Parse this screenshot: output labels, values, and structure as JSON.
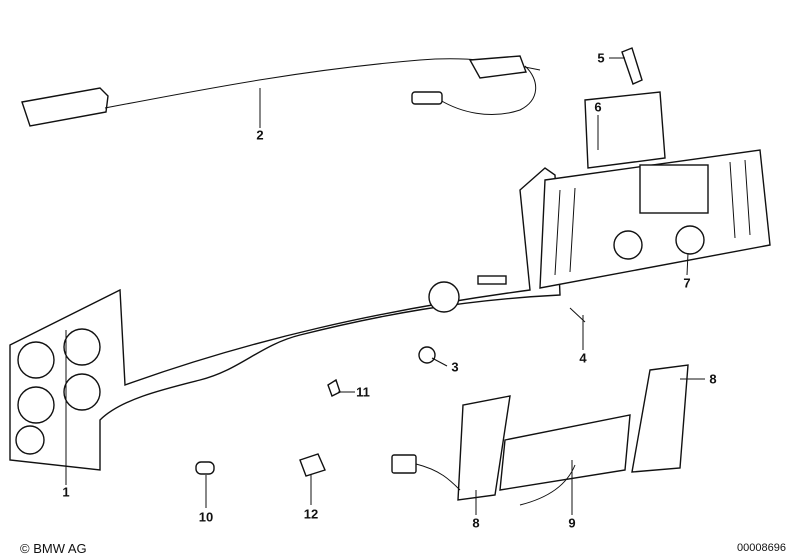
{
  "callouts": [
    {
      "id": "1",
      "label": "1"
    },
    {
      "id": "2",
      "label": "2"
    },
    {
      "id": "3",
      "label": "3"
    },
    {
      "id": "4",
      "label": "4"
    },
    {
      "id": "5",
      "label": "5"
    },
    {
      "id": "6",
      "label": "6"
    },
    {
      "id": "7",
      "label": "7"
    },
    {
      "id": "8a",
      "label": "8"
    },
    {
      "id": "8b",
      "label": "8"
    },
    {
      "id": "9",
      "label": "9"
    },
    {
      "id": "10",
      "label": "10"
    },
    {
      "id": "11",
      "label": "11"
    },
    {
      "id": "12",
      "label": "12"
    }
  ],
  "footer": {
    "copyright": "© BMW AG",
    "diagram_number": "00008696"
  }
}
